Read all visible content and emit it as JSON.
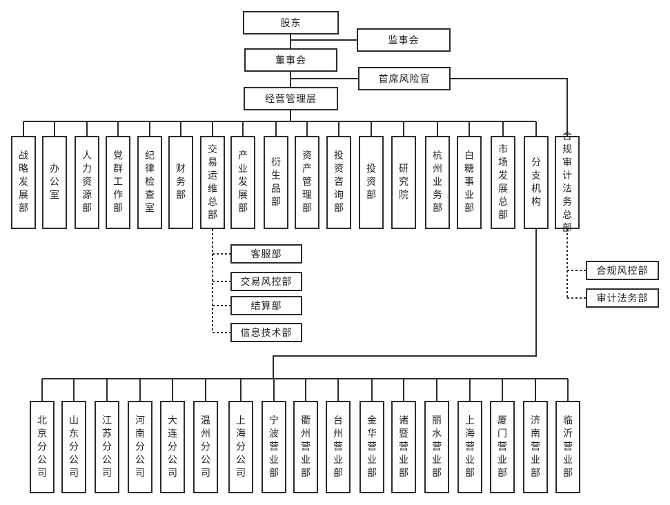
{
  "top": {
    "shareholders": "股东",
    "supervisory_board": "监事会",
    "board": "董事会",
    "chief_risk_officer": "首席风险官",
    "management": "经营管理层"
  },
  "departments": [
    "战略发展部",
    "办公室",
    "人力资源部",
    "党群工作部",
    "纪律检查室",
    "财务部",
    "交易运维总部",
    "产业发展部",
    "衍生品部",
    "资产管理部",
    "投资咨询部",
    "投资部",
    "研究院",
    "杭州业务部",
    "白糖事业部",
    "市场发展总部",
    "分支机构",
    "合规审计法务总部"
  ],
  "trading_ops_subunits": [
    "客服部",
    "交易风控部",
    "结算部",
    "信息技术部"
  ],
  "compliance_subunits": [
    "合规风控部",
    "审计法务部"
  ],
  "branches": [
    "北京分公司",
    "山东分公司",
    "江苏分公司",
    "河南分公司",
    "大连分公司",
    "温州分公司",
    "上海分公司",
    "宁波营业部",
    "衢州营业部",
    "台州营业部",
    "金华营业部",
    "诸暨营业部",
    "丽水营业部",
    "上海营业部",
    "厦门营业部",
    "济南营业部",
    "临沂营业部"
  ]
}
